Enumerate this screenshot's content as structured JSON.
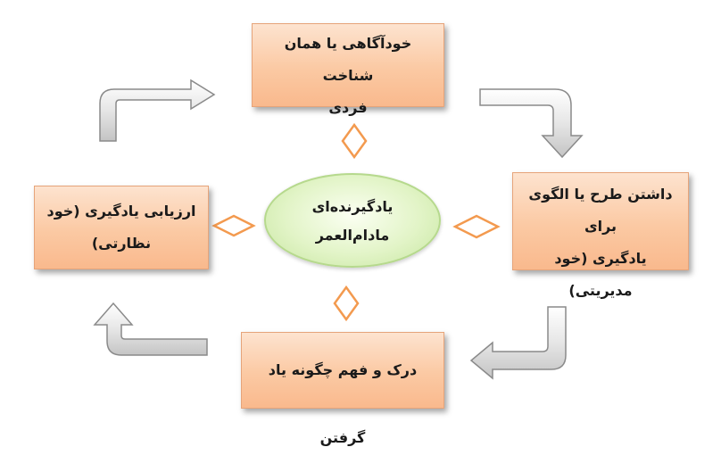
{
  "diagram": {
    "center": {
      "text": "یادگیرنده‌ای\nمادام‌العمر"
    },
    "top_box": {
      "text": "خودآگاهی یا همان شناخت\nفردی"
    },
    "right_box": {
      "text": "داشتن طرح یا الگوی برای\nیادگیری (خود مدیریتی)"
    },
    "bottom_box": {
      "text": "درک و فهم چگونه یاد گرفتن"
    },
    "left_box": {
      "text": "ارزیابی یادگیری (خود\nنظارتی)"
    },
    "colors": {
      "box_fill": "#fbc9a3",
      "box_border": "#e6a47a",
      "ellipse_fill": "#e2f4c7",
      "ellipse_border": "#b6d98d",
      "diamond_stroke": "#f39a4f",
      "arrow_fill": "#e3e3e3",
      "arrow_stroke": "#8a8a8a"
    }
  }
}
